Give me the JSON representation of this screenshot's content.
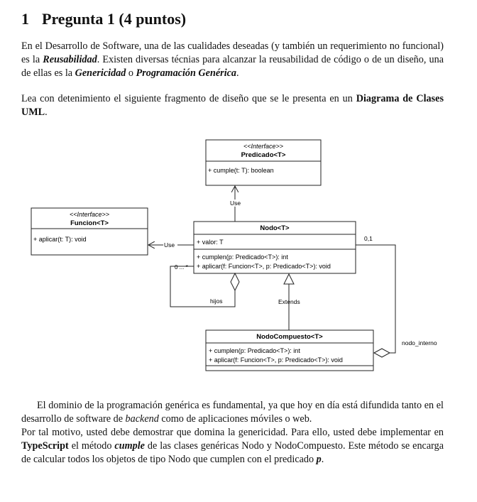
{
  "section": {
    "number": "1",
    "title": "Pregunta 1 (4 puntos)"
  },
  "intro": {
    "t1": "En el Desarrollo de Software, una de las cualidades deseadas (y también un requerimiento no funcional) es la ",
    "reusabilidad": "Reusabilidad",
    "t2": ". Existen diversas técnias para alcanzar la reusabilidad de código o de un diseño, una de ellas es la ",
    "genericidad": "Genericidad",
    "t3": " o ",
    "programacion": "Programación Genérica",
    "t4": "."
  },
  "read": {
    "t1": "Lea con detenimiento el siguiente fragmento de diseño que se le presenta en un ",
    "bold": "Diagrama de Clases UML",
    "t2": "."
  },
  "uml": {
    "predicado": {
      "stereotype": "<<Interface>>",
      "name": "Predicado<T>",
      "method": "+ cumple(t: T): boolean"
    },
    "funcion": {
      "stereotype": "<<Interface>>",
      "name": "Funcion<T>",
      "method": "+ aplicar(t: T): void"
    },
    "nodo": {
      "name": "Nodo<T>",
      "attribute": "+ valor: T",
      "method1": "+ cumplen(p: Predicado<T>): int",
      "method2": "+ aplicar(f: Funcion<T>, p: Predicado<T>): void"
    },
    "compuesto": {
      "name": "NodoCompuesto<T>",
      "method1": "+ cumplen(p: Predicado<T>): int",
      "method2": "+ aplicar(f: Funcion<T>, p: Predicado<T>): void"
    },
    "labels": {
      "use_top": "Use",
      "use_left": "Use",
      "hijos": "hijos",
      "extends": "Extends",
      "nodo_interno": "nodo_interno",
      "mult_01": "0,1",
      "mult_many": "0 ... *"
    }
  },
  "closing1": {
    "t1": "El dominio de la programación genérica es fundamental, ya que hoy en día está difundida tanto en el desarrollo de software de ",
    "backend": "backend",
    "t2": " como de aplicaciones móviles o web."
  },
  "closing2": {
    "t1": "Por tal motivo, usted debe demostrar que domina la genericidad. Para ello, usted debe implementar en ",
    "ts": "TypeScript",
    "t2": " el método ",
    "cumple": "cumple",
    "t3": " de las clases genéricas Nodo y NodoCompuesto. Este método se encarga de calcular todos los objetos de tipo Nodo que cumplen con el predicado ",
    "p": "p",
    "t4": "."
  }
}
